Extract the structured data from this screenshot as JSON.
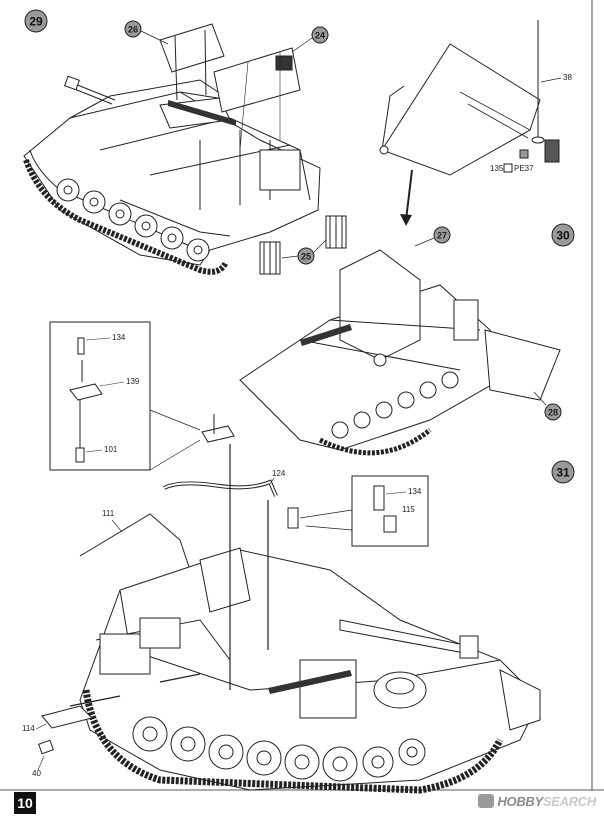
{
  "steps": {
    "s29": "29",
    "s30": "30",
    "s31": "31"
  },
  "parts": {
    "p26": "26",
    "p24": "24",
    "p25": "25",
    "p27": "27",
    "p28": "28",
    "p38": "38",
    "p135": "135",
    "pe37": "PE37",
    "p134a": "134",
    "p139": "139",
    "p101": "101",
    "p124": "124",
    "p111": "111",
    "p134b": "134",
    "p115": "115",
    "p114": "114",
    "p40": "40"
  },
  "page_number": "10",
  "watermark": {
    "brand": "HOBBY",
    "brand2": "SEARCH"
  },
  "colors": {
    "ink": "#222222",
    "callout_fill": "#9a9a9a",
    "bg": "#ffffff"
  }
}
